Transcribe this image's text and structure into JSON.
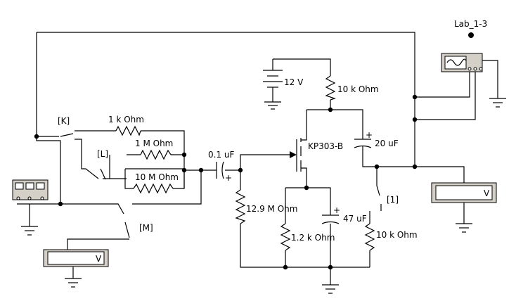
{
  "components": {
    "lab_label": "Lab_1-3",
    "battery": "12 V",
    "r_drain": "10 k Ohm",
    "c_out": "20 uF",
    "transistor": "KP303-B",
    "c_in": "0.1 uF",
    "r_gate": "12.9 M Ohm",
    "c_source": "47 uF",
    "r_source": "1.2 k Ohm",
    "r_load": "10 k Ohm",
    "r_1k": "1 k Ohm",
    "r_1m": "1 M Ohm",
    "r_10m": "10 M Ohm",
    "switch_k": "[K]",
    "switch_l": "[L]",
    "switch_m": "[M]",
    "switch_1": "[1]",
    "meter_right_unit": "V",
    "meter_bottom_unit": "V",
    "plus_sign": "+"
  }
}
